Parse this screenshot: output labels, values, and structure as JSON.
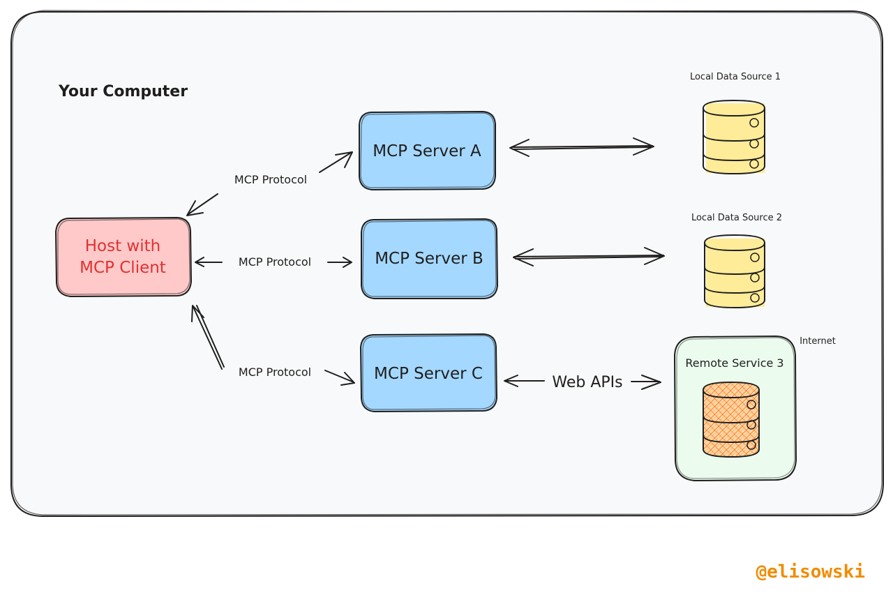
{
  "frame": {
    "title": "Your Computer"
  },
  "host": {
    "line1": "Host with",
    "line2": "MCP Client"
  },
  "servers": {
    "a": "MCP Server A",
    "b": "MCP Server B",
    "c": "MCP Server C"
  },
  "protocol_labels": {
    "a": "MCP Protocol",
    "b": "MCP Protocol",
    "c": "MCP Protocol"
  },
  "data_sources": {
    "local1": "Local Data Source 1",
    "local2": "Local Data Source 2",
    "remote3": "Remote Service 3"
  },
  "internet_label": "Internet",
  "web_apis_label": "Web APIs",
  "credit": "@elisowski",
  "colors": {
    "host_fill": "#ffc9c9",
    "host_text": "#e03131",
    "server_fill": "#a5d8ff",
    "database_fill": "#ffec99",
    "remote_database_fill": "#ffa94d",
    "internet_box_fill": "#ebfbee",
    "frame_fill": "#f8f9fa",
    "credit_color": "#f08c00"
  },
  "icons": {
    "database": "database-cylinder-icon",
    "remote_database": "hatched-database-cylinder-icon"
  }
}
